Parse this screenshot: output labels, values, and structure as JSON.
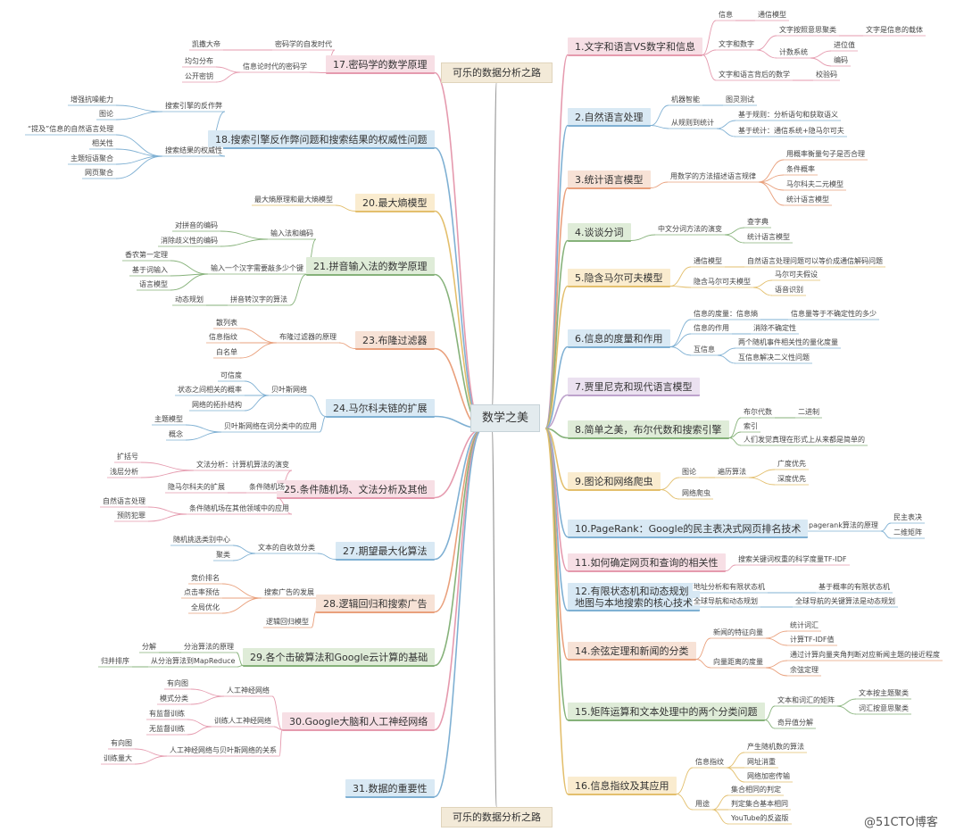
{
  "center": "数学之美",
  "top_label": "可乐的数据分析之路",
  "bottom_label": "可乐的数据分析之路",
  "watermark": "@51CTO博客",
  "colors": {
    "pink": "#f7dfe5",
    "blue": "#d9e9f4",
    "orange": "#f7e2d6",
    "green": "#dfecd8",
    "yellow": "#faeccf",
    "purple": "#ebe1f0",
    "lightblue": "#d7e8f4",
    "line_pink": "#e59aae",
    "line_blue": "#7fb0d3",
    "line_orange": "#e9a07c",
    "line_green": "#86b27a",
    "line_yellow": "#e3bf6d",
    "line_purple": "#bda2cc",
    "line_gray": "#999999"
  },
  "right_branches": [
    {
      "title": "1.文字和语言VS数字和信息",
      "color": "pink",
      "line": "line_pink",
      "children": [
        {
          "text": "信息",
          "children": [
            {
              "text": "通信模型"
            }
          ]
        },
        {
          "text": "文字和数字",
          "children": [
            {
              "text": "文字按照意思聚类",
              "children": [
                {
                  "text": "文字是信息的载体"
                }
              ]
            },
            {
              "text": "计数系统",
              "children": [
                {
                  "text": "进位值"
                },
                {
                  "text": "编码"
                }
              ]
            }
          ]
        },
        {
          "text": "文字和语言背后的数学",
          "children": [
            {
              "text": "校验码"
            }
          ]
        }
      ]
    },
    {
      "title": "2.自然语言处理",
      "color": "blue",
      "line": "line_blue",
      "children": [
        {
          "text": "机器智能",
          "children": [
            {
              "text": "图灵测试"
            }
          ]
        },
        {
          "text": "从规则到统计",
          "children": [
            {
              "text": "基于规则：分析语句和获取语义"
            },
            {
              "text": "基于统计：通信系统+隐马尔可夫"
            }
          ]
        }
      ]
    },
    {
      "title": "3.统计语言模型",
      "color": "orange",
      "line": "line_orange",
      "children": [
        {
          "text": "用数学的方法描述语言规律",
          "children": [
            {
              "text": "用概率衡量句子是否合理"
            },
            {
              "text": "条件概率"
            },
            {
              "text": "马尔科夫二元模型"
            },
            {
              "text": "统计语言模型"
            }
          ]
        }
      ]
    },
    {
      "title": "4.谈谈分词",
      "color": "green",
      "line": "line_green",
      "children": [
        {
          "text": "中文分词方法的演变",
          "children": [
            {
              "text": "查字典"
            },
            {
              "text": "统计语言模型"
            }
          ]
        }
      ]
    },
    {
      "title": "5.隐含马尔可夫模型",
      "color": "yellow",
      "line": "line_yellow",
      "children": [
        {
          "text": "通信模型",
          "children": [
            {
              "text": "自然语言处理问题可以等价成通信解码问题"
            }
          ]
        },
        {
          "text": "隐含马尔可夫模型",
          "children": [
            {
              "text": "马尔可夫假设"
            },
            {
              "text": "语音识别"
            }
          ]
        }
      ]
    },
    {
      "title": "6.信息的度量和作用",
      "color": "blue",
      "line": "line_blue",
      "children": [
        {
          "text": "信息的度量：信息熵",
          "children": [
            {
              "text": "信息量等于不确定性的多少"
            }
          ]
        },
        {
          "text": "信息的作用",
          "children": [
            {
              "text": "消除不确定性"
            }
          ]
        },
        {
          "text": "互信息",
          "children": [
            {
              "text": "两个随机事件相关性的量化度量"
            },
            {
              "text": "互信息解决二义性问题"
            }
          ]
        }
      ]
    },
    {
      "title": "7.贾里尼克和现代语言模型",
      "color": "purple",
      "line": "line_purple",
      "children": []
    },
    {
      "title": "8.简单之美，布尔代数和搜索引擎",
      "color": "green",
      "line": "line_green",
      "children": [
        {
          "text": "布尔代数",
          "children": [
            {
              "text": "二进制"
            }
          ]
        },
        {
          "text": "索引"
        },
        {
          "text": "人们发觉真理在形式上从来都是简单的"
        }
      ]
    },
    {
      "title": "9.图论和网络爬虫",
      "color": "yellow",
      "line": "line_yellow",
      "children": [
        {
          "text": "图论",
          "children": [
            {
              "text": "遍历算法",
              "children": [
                {
                  "text": "广度优先"
                },
                {
                  "text": "深度优先"
                }
              ]
            }
          ]
        },
        {
          "text": "网络爬虫"
        }
      ]
    },
    {
      "title": "10.PageRank：Google的民主表决式网页排名技术",
      "color": "blue",
      "line": "line_blue",
      "children": [
        {
          "text": "pagerank算法的原理",
          "children": [
            {
              "text": "民主表决"
            },
            {
              "text": "二维矩阵"
            }
          ]
        }
      ]
    },
    {
      "title": "11.如何确定网页和查询的相关性",
      "color": "pink",
      "line": "line_pink",
      "children": [
        {
          "text": "搜索关键词权重的科学度量TF-IDF"
        }
      ]
    },
    {
      "title": "12.有限状态机和动态规划\n地图与本地搜索的核心技术",
      "color": "lightblue",
      "line": "line_blue",
      "children": [
        {
          "text": "地址分析和有限状态机",
          "children": [
            {
              "text": "基于概率的有限状态机"
            }
          ]
        },
        {
          "text": "全球导航和动态规划",
          "children": [
            {
              "text": "全球导航的关键算法是动态规划"
            }
          ]
        }
      ]
    },
    {
      "title": "14.余弦定理和新闻的分类",
      "color": "orange",
      "line": "line_orange",
      "children": [
        {
          "text": "新闻的特征向量",
          "children": [
            {
              "text": "统计词汇"
            },
            {
              "text": "计算TF-IDF值"
            }
          ]
        },
        {
          "text": "向量距离的度量",
          "children": [
            {
              "text": "通过计算向量夹角判断对应新闻主题的接近程度"
            },
            {
              "text": "余弦定理"
            }
          ]
        }
      ]
    },
    {
      "title": "15.矩阵运算和文本处理中的两个分类问题",
      "color": "green",
      "line": "line_green",
      "children": [
        {
          "text": "文本和词汇的矩阵",
          "children": [
            {
              "text": "文本按主题聚类"
            },
            {
              "text": "词汇按意思聚类"
            }
          ]
        },
        {
          "text": "奇异值分解"
        }
      ]
    },
    {
      "title": "16.信息指纹及其应用",
      "color": "yellow",
      "line": "line_yellow",
      "children": [
        {
          "text": "信息指纹",
          "children": [
            {
              "text": "产生随机数的算法"
            },
            {
              "text": "网址消重"
            },
            {
              "text": "网络加密传输"
            }
          ]
        },
        {
          "text": "用途",
          "children": [
            {
              "text": "集合相同的判定"
            },
            {
              "text": "判定集合基本相同"
            },
            {
              "text": "YouTube的反盗版"
            }
          ]
        }
      ]
    }
  ],
  "left_branches": [
    {
      "title": "17.密码学的数学原理",
      "color": "pink",
      "line": "line_pink",
      "children": [
        {
          "text": "密码学的自发时代",
          "children": [
            {
              "text": "凯撒大帝"
            }
          ]
        },
        {
          "text": "信息论时代的密码学",
          "children": [
            {
              "text": "均匀分布"
            },
            {
              "text": "公开密钥"
            }
          ]
        }
      ]
    },
    {
      "title": "18.搜索引擎反作弊问题和搜索结果的权威性问题",
      "color": "blue",
      "line": "line_blue",
      "children": [
        {
          "text": "搜索引擎的反作弊",
          "children": [
            {
              "text": "增强抗噪能力"
            },
            {
              "text": "图论"
            }
          ]
        },
        {
          "text": "搜索结果的权威性",
          "children": [
            {
              "text": "“提及”信息的自然语言处理"
            },
            {
              "text": "相关性"
            },
            {
              "text": "主题短语聚合"
            },
            {
              "text": "网页聚合"
            }
          ]
        }
      ]
    },
    {
      "title": "20.最大熵模型",
      "color": "yellow",
      "line": "line_yellow",
      "children": [
        {
          "text": "最大熵原理和最大熵模型"
        }
      ]
    },
    {
      "title": "21.拼音输入法的数学原理",
      "color": "green",
      "line": "line_green",
      "children": [
        {
          "text": "输入法和编码",
          "children": [
            {
              "text": "对拼音的编码"
            },
            {
              "text": "消除歧义性的编码"
            }
          ]
        },
        {
          "text": "输入一个汉字需要敲多少个键",
          "children": [
            {
              "text": "香农第一定理"
            },
            {
              "text": "基于词输入"
            },
            {
              "text": "语言模型"
            }
          ]
        },
        {
          "text": "拼音转汉字的算法",
          "children": [
            {
              "text": "动态规划"
            }
          ]
        }
      ]
    },
    {
      "title": "23.布隆过滤器",
      "color": "orange",
      "line": "line_orange",
      "children": [
        {
          "text": "布隆过滤器的原理",
          "children": [
            {
              "text": "散列表"
            },
            {
              "text": "信息指纹"
            },
            {
              "text": "白名单"
            }
          ]
        }
      ]
    },
    {
      "title": "24.马尔科夫链的扩展",
      "color": "blue",
      "line": "line_blue",
      "children": [
        {
          "text": "贝叶斯网络",
          "children": [
            {
              "text": "可信度"
            },
            {
              "text": "状态之间相关的概率"
            },
            {
              "text": "网络的拓扑结构"
            }
          ]
        },
        {
          "text": "贝叶斯网络在词分类中的应用",
          "children": [
            {
              "text": "主题模型"
            },
            {
              "text": "概念"
            }
          ]
        }
      ]
    },
    {
      "title": "25.条件随机场、文法分析及其他",
      "color": "pink",
      "line": "line_pink",
      "children": [
        {
          "text": "文法分析：计算机算法的演变",
          "children": [
            {
              "text": "扩括号"
            },
            {
              "text": "浅层分析"
            }
          ]
        },
        {
          "text": "条件随机场",
          "children": [
            {
              "text": "隐马尔科夫的扩展"
            }
          ]
        },
        {
          "text": "条件随机场在其他领域中的应用",
          "children": [
            {
              "text": "自然语言处理"
            },
            {
              "text": "预防犯罪"
            }
          ]
        }
      ]
    },
    {
      "title": "27.期望最大化算法",
      "color": "blue",
      "line": "line_blue",
      "children": [
        {
          "text": "文本的自收敛分类",
          "children": [
            {
              "text": "随机挑选类别中心"
            },
            {
              "text": "聚类"
            }
          ]
        }
      ]
    },
    {
      "title": "28.逻辑回归和搜索广告",
      "color": "orange",
      "line": "line_orange",
      "children": [
        {
          "text": "搜索广告的发展",
          "children": [
            {
              "text": "竞价排名"
            },
            {
              "text": "点击率预估"
            },
            {
              "text": "全局优化"
            }
          ]
        },
        {
          "text": "逻辑回归模型"
        }
      ]
    },
    {
      "title": "29.各个击破算法和Google云计算的基础",
      "color": "green",
      "line": "line_green",
      "children": [
        {
          "text": "分治算法的原理",
          "children": [
            {
              "text": "分解"
            }
          ]
        },
        {
          "text": "从分治算法到MapReduce",
          "children": [
            {
              "text": "归并排序"
            }
          ]
        }
      ]
    },
    {
      "title": "30.Google大脑和人工神经网络",
      "color": "pink",
      "line": "line_pink",
      "children": [
        {
          "text": "人工神经网络",
          "children": [
            {
              "text": "有向图"
            },
            {
              "text": "模式分类"
            }
          ]
        },
        {
          "text": "训练人工神经网络",
          "children": [
            {
              "text": "有监督训练"
            },
            {
              "text": "无监督训练"
            }
          ]
        },
        {
          "text": "人工神经网络与贝叶斯网络的关系",
          "children": [
            {
              "text": "有向图"
            },
            {
              "text": "训练量大"
            }
          ]
        }
      ]
    },
    {
      "title": "31.数据的重要性",
      "color": "blue",
      "line": "line_blue",
      "children": []
    }
  ]
}
